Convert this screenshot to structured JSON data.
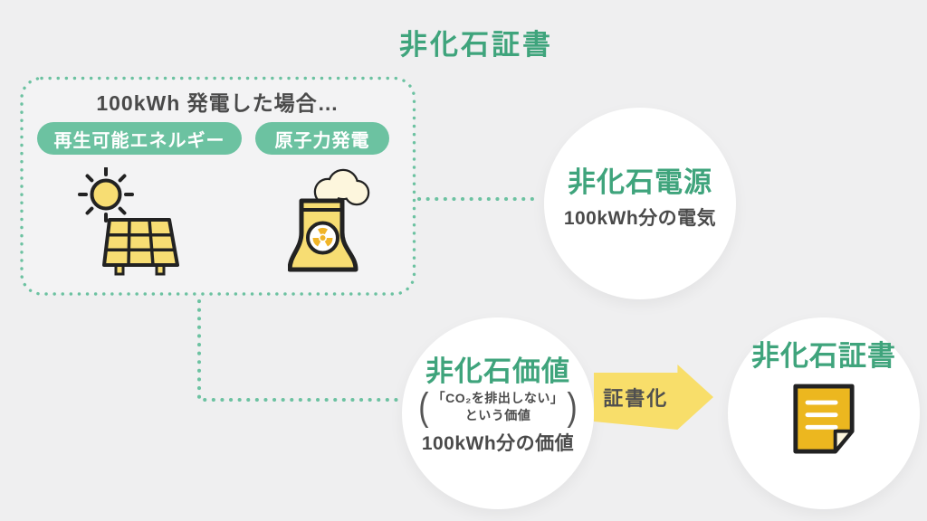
{
  "title": "非化石証書",
  "colors": {
    "accent_green": "#3fa47c",
    "soft_green": "#6cc2a1",
    "text_dark": "#4a4a4a",
    "yellow": "#f8de6a",
    "gold": "#ecb71f",
    "background": "#efeff0",
    "circle_white": "#ffffff"
  },
  "source_box": {
    "heading": "100kWh 発電した場合…",
    "labels": [
      "再生可能エネルギー",
      "原子力発電"
    ],
    "icons": [
      "solar-panel-icon",
      "nuclear-plant-icon"
    ]
  },
  "nodes": {
    "power_source": {
      "heading": "非化石電源",
      "sub": "100kWh分の電気"
    },
    "value": {
      "heading": "非化石価値",
      "paren_open": "(",
      "paren_line1": "「CO₂を排出しない」",
      "paren_line2": "という価値",
      "paren_close": ")",
      "sub": "100kWh分の価値"
    },
    "certificate": {
      "heading": "非化石証書",
      "icon": "certificate-document-icon"
    }
  },
  "arrow": {
    "label": "証書化"
  }
}
